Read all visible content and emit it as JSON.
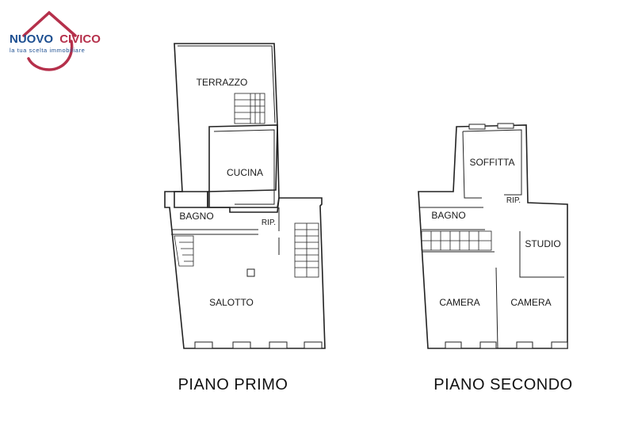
{
  "brand": {
    "name_part1": "NUOVO",
    "name_part2": "CIVICO",
    "tagline": "la tua scelta immobiliare",
    "colors": {
      "blue": "#1d4f91",
      "red": "#b5304b"
    }
  },
  "floors": [
    {
      "title": "PIANO PRIMO",
      "rooms": [
        "TERRAZZO",
        "CUCINA",
        "BAGNO",
        "RIP.",
        "SALOTTO"
      ]
    },
    {
      "title": "PIANO SECONDO",
      "rooms": [
        "SOFFITTA",
        "RIP.",
        "BAGNO",
        "STUDIO",
        "CAMERA",
        "CAMERA"
      ]
    }
  ]
}
